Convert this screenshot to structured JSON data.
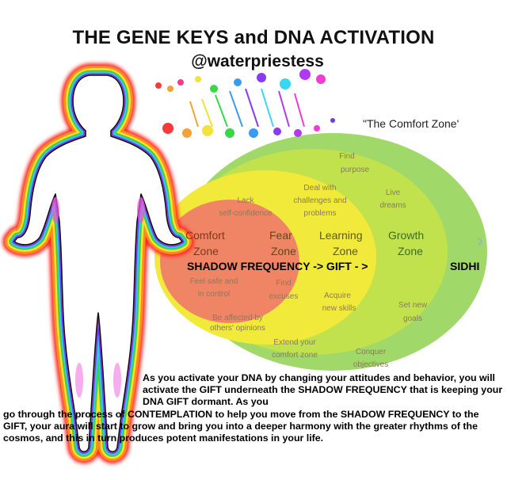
{
  "header": {
    "title": "THE GENE KEYS and DNA ACTIVATION",
    "handle": "@waterpriestess"
  },
  "diagram": {
    "quote": "\"The Comfort Zone'",
    "zones": [
      {
        "name": "Comfort",
        "name2": "Zone"
      },
      {
        "name": "Fear",
        "name2": "Zone"
      },
      {
        "name": "Learning",
        "name2": "Zone"
      },
      {
        "name": "Growth",
        "name2": "Zone"
      }
    ],
    "labels": {
      "find_purpose": [
        "Find",
        "purpose"
      ],
      "deal_with": [
        "Deal with",
        "challenges and",
        "problems"
      ],
      "live_dreams": [
        "Live",
        "dreams"
      ],
      "lack_confidence": [
        "Lack",
        "self-confidence"
      ],
      "feel_safe": [
        "Feel safe and",
        "in control"
      ],
      "find_excuses": [
        "Find",
        "excuses"
      ],
      "acquire_skills": [
        "Acquire",
        "new skills"
      ],
      "set_goals": [
        "Set new",
        "goals"
      ],
      "affected": [
        "Be affected by",
        "others' opinions"
      ],
      "extend_zone": [
        "Extend your",
        "comfort zone"
      ],
      "conquer": [
        "Conquer",
        "objectives"
      ]
    },
    "frequency_line": "SHADOW FREQUENCY ->   GIFT - >",
    "sidhi": "SIDHI",
    "arrow": "›",
    "colors": {
      "outer": "#8fd14f",
      "middle_green": "#c5e34a",
      "yellow": "#f2ea3b",
      "red": "#f07a6a"
    }
  },
  "paragraph": {
    "part1": "As you activate your DNA by changing your attitudes and behavior, you will activate the GIFT underneath the SHADOW FREQUENCY that is keeping your DNA GIFT dormant. As you",
    "part2": "go through the process of CONTEMPLATION to help you move from the SHADOW FREQUENCY to the GIFT, your aura will start to grow and bring you into a deeper harmony with the greater rhythms of the cosmos, and this in turn produces potent manifestations in your life."
  }
}
